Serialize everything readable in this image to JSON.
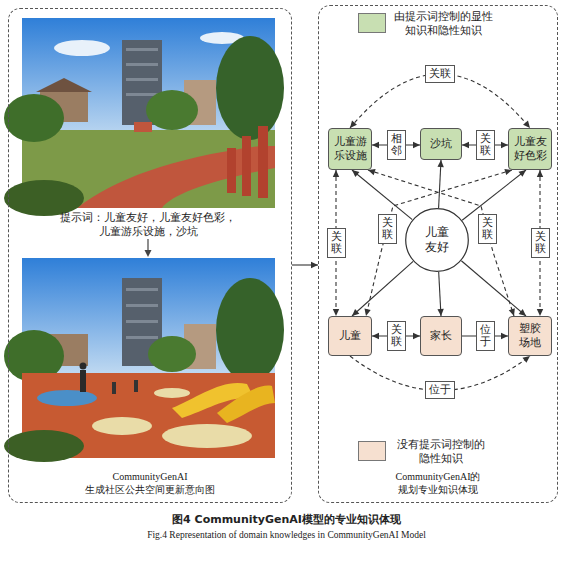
{
  "diagram": {
    "caption": "图4 CommunityGenAI模型的专业知识体现",
    "nodes": [
      {
        "text": [
          "CommunityGenAI 生成社区公共空间更新意向图"
        ]
      },
      {
        "text": [
          "CommunityGenAI的 规划专业知识体现"
        ]
      },
      {
        "text": [
          "儿童游乐设施"
        ],
        "in": 1
      },
      {
        "text": [
          "沙坑"
        ],
        "in": 1
      },
      {
        "text": [
          "儿童友好色彩"
        ],
        "in": 1
      },
      {
        "text": [
          "儿童友好"
        ],
        "in": 1
      },
      {
        "text": [
          "儿童"
        ],
        "in": 1
      },
      {
        "text": [
          "家长"
        ],
        "in": 1
      },
      {
        "text": [
          "塑胶场地"
        ],
        "in": 1
      }
    ],
    "edges": [
      {
        "from": 0,
        "to": 1,
        "arrow": "to"
      },
      {
        "from": 2,
        "to": 4,
        "label": "关联",
        "arrow": "both"
      },
      {
        "from": 2,
        "to": 3,
        "label": "相邻",
        "arrow": "both"
      },
      {
        "from": 3,
        "to": 4,
        "label": "关联",
        "arrow": "both"
      },
      {
        "from": 2,
        "to": 6,
        "label": "关联",
        "arrow": "both"
      },
      {
        "from": 4,
        "to": 6,
        "label": "关联",
        "arrow": "both"
      },
      {
        "from": 2,
        "to": 8,
        "label": "关联",
        "arrow": "both"
      },
      {
        "from": 4,
        "to": 8,
        "label": "关联",
        "arrow": "both"
      },
      {
        "from": 5,
        "to": 2,
        "arrow": "to"
      },
      {
        "from": 5,
        "to": 3,
        "arrow": "to"
      },
      {
        "from": 5,
        "to": 4,
        "arrow": "to"
      },
      {
        "from": 5,
        "to": 6,
        "arrow": "to"
      },
      {
        "from": 5,
        "to": 7,
        "arrow": "to"
      },
      {
        "from": 5,
        "to": 8,
        "arrow": "to"
      },
      {
        "from": 6,
        "to": 7,
        "label": "关联",
        "arrow": "both"
      },
      {
        "from": 7,
        "to": 8,
        "label": "位于",
        "arrow": "to"
      },
      {
        "from": 6,
        "to": 8,
        "label": "位于",
        "arrow": "to"
      }
    ],
    "labels": [
      "提示词：儿童友好，儿童友好色彩，儿童游乐设施，沙坑",
      "Fig.4 Representation of domain knowledges in CommunityGenAI Model"
    ],
    "legend": [
      {
        "text": "由提示词控制的显性知识和隐性知识",
        "color": "#c8dfb2"
      },
      {
        "text": "没有提示词控制的隐性知识",
        "color": "#f6e0d0"
      }
    ]
  }
}
